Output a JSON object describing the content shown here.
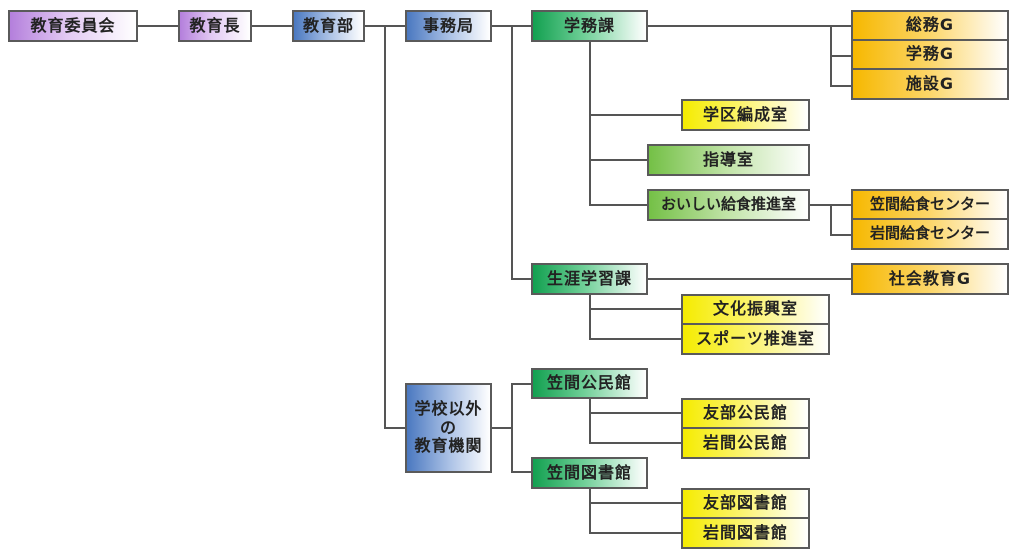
{
  "org_chart": {
    "nodes": {
      "board": "教育委員会",
      "superintendent": "教育長",
      "education_dept": "教育部",
      "secretariat": "事務局",
      "school_affairs": "学務課",
      "general_affairs_g": "総務G",
      "school_affairs_g": "学務G",
      "facilities_g": "施設G",
      "school_district_office": "学区編成室",
      "guidance_office": "指導室",
      "lunch_promotion_office": "おいしい給食推進室",
      "kasama_lunch_center": "笠間給食センター",
      "iwama_lunch_center": "岩間給食センター",
      "lifelong_learning": "生涯学習課",
      "social_education_g": "社会教育G",
      "culture_office": "文化振興室",
      "sports_office": "スポーツ推進室",
      "other_institutions_line1": "学校以外",
      "other_institutions_line2": "の",
      "other_institutions_line3": "教育機関",
      "kasama_community_hall": "笠間公民館",
      "tomobe_community_hall": "友部公民館",
      "iwama_community_hall": "岩間公民館",
      "kasama_library": "笠間図書館",
      "tomobe_library": "友部図書館",
      "iwama_library": "岩間図書館"
    },
    "colors": {
      "purple": "#b47fdc",
      "blue": "#4a78c0",
      "green": "#12a050",
      "light_green": "#74c046",
      "yellow": "#f5ec00",
      "orange": "#f6b800",
      "line": "#555555"
    }
  }
}
